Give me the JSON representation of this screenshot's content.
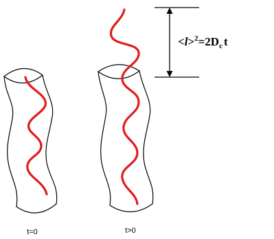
{
  "colors": {
    "chain": "#e21b1b",
    "outline": "#000000"
  },
  "tubes": [
    {
      "label": "t=0"
    },
    {
      "label": "t>0"
    }
  ],
  "formula": {
    "open": "<",
    "variable": "l",
    "close": ">",
    "power": "2",
    "equals_coeff": "=2D",
    "subscript": "c",
    "time": "t"
  }
}
